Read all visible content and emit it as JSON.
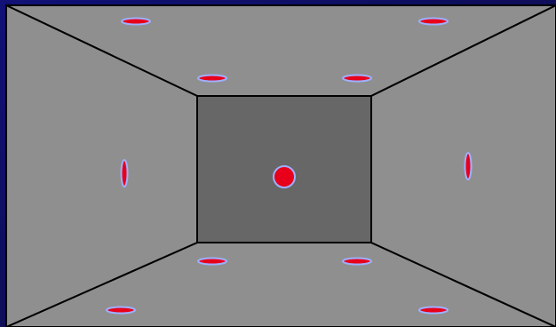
{
  "scene": {
    "type": "room-perspective",
    "surfaces": {
      "back_wall": "center",
      "ceiling": "top",
      "floor": "bottom",
      "left_wall": "left",
      "right_wall": "right"
    },
    "marker_count": 11
  },
  "colors": {
    "background": "#08085a",
    "background_gradient": [
      "#111177",
      "#0a0a3a"
    ],
    "side_surfaces": "#8f8f8f",
    "back_wall": "#676767",
    "edges": "#000000",
    "marker_fill": "#e8001a",
    "marker_outline": "#9eb0ff"
  },
  "markers": [
    {
      "id": "ceiling-front-left",
      "surface": "ceiling",
      "orientation": "horizontal"
    },
    {
      "id": "ceiling-front-right",
      "surface": "ceiling",
      "orientation": "horizontal"
    },
    {
      "id": "ceiling-back-left",
      "surface": "ceiling",
      "orientation": "horizontal"
    },
    {
      "id": "ceiling-back-right",
      "surface": "ceiling",
      "orientation": "horizontal"
    },
    {
      "id": "left-wall",
      "surface": "left_wall",
      "orientation": "vertical"
    },
    {
      "id": "back-wall-center",
      "surface": "back_wall",
      "orientation": "round"
    },
    {
      "id": "right-wall",
      "surface": "right_wall",
      "orientation": "vertical"
    },
    {
      "id": "floor-back-left",
      "surface": "floor",
      "orientation": "horizontal"
    },
    {
      "id": "floor-back-right",
      "surface": "floor",
      "orientation": "horizontal"
    },
    {
      "id": "floor-front-left",
      "surface": "floor",
      "orientation": "horizontal"
    },
    {
      "id": "floor-front-right",
      "surface": "floor",
      "orientation": "horizontal"
    }
  ]
}
